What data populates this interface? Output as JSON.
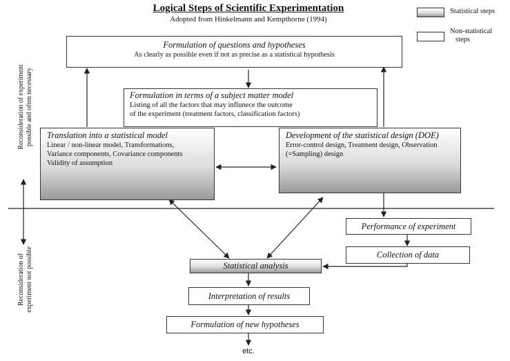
{
  "title": "Logical Steps of Scientific Experimentation",
  "subtitle": "Adopted from Hinkelmann and Kempthorne (1994)",
  "legend": {
    "statistical": "Statistical steps",
    "non_statistical_line1": "Non-statistical",
    "non_statistical_line2": "steps"
  },
  "side_labels": {
    "upper_line1": "Reconsideration of experiment",
    "upper_line2": "possible and often necessary",
    "lower_line1": "Reconsideration of",
    "lower_line2": "experiment not possible"
  },
  "boxes": {
    "hypotheses": {
      "title": "Formulation of questions and hypotheses",
      "line1": "As clearly as possible even if not as precise as a statistical hypothesis"
    },
    "subject_model": {
      "title": "Formulation in terms of a subject matter model",
      "line1": "Listing of all the factors that may influnece the outcome",
      "line2": "of the experiment (treatment factors, classification factors)"
    },
    "statistical_model": {
      "title": "Translation into a statistical model",
      "line1": "Linear / non-linear model, Transformations,",
      "line2": "Variance components, Covariance components",
      "line3": "Validity of assumption"
    },
    "design": {
      "title": "Development of the statistical design (DOE)",
      "line1": "Error-control design, Treatment design, Observation",
      "line2": "(=Sampling) design"
    },
    "performance": {
      "title": "Performance of  experiment"
    },
    "collection": {
      "title": "Collection of data"
    },
    "analysis": {
      "title": "Statistical analysis"
    },
    "interpretation": {
      "title": "Interpretation of results"
    },
    "new_hypotheses": {
      "title": "Formulation of new hypotheses"
    }
  },
  "footer": "etc."
}
